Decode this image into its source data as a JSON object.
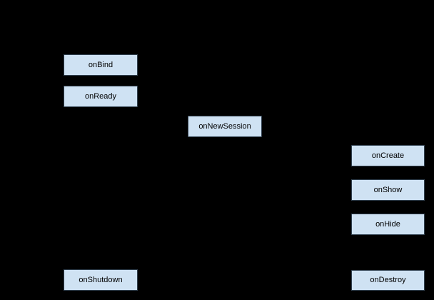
{
  "diagram": {
    "type": "lifecycle-flow-diagram",
    "colors": {
      "background": "#000000",
      "node_fill": "#cfe2f3",
      "node_border": "#31404f",
      "node_text": "#000000"
    },
    "nodes": [
      {
        "label": "onBind"
      },
      {
        "label": "onReady"
      },
      {
        "label": "onNewSession"
      },
      {
        "label": "onCreate"
      },
      {
        "label": "onShow"
      },
      {
        "label": "onHide"
      },
      {
        "label": "onShutdown"
      },
      {
        "label": "onDestroy"
      }
    ]
  }
}
